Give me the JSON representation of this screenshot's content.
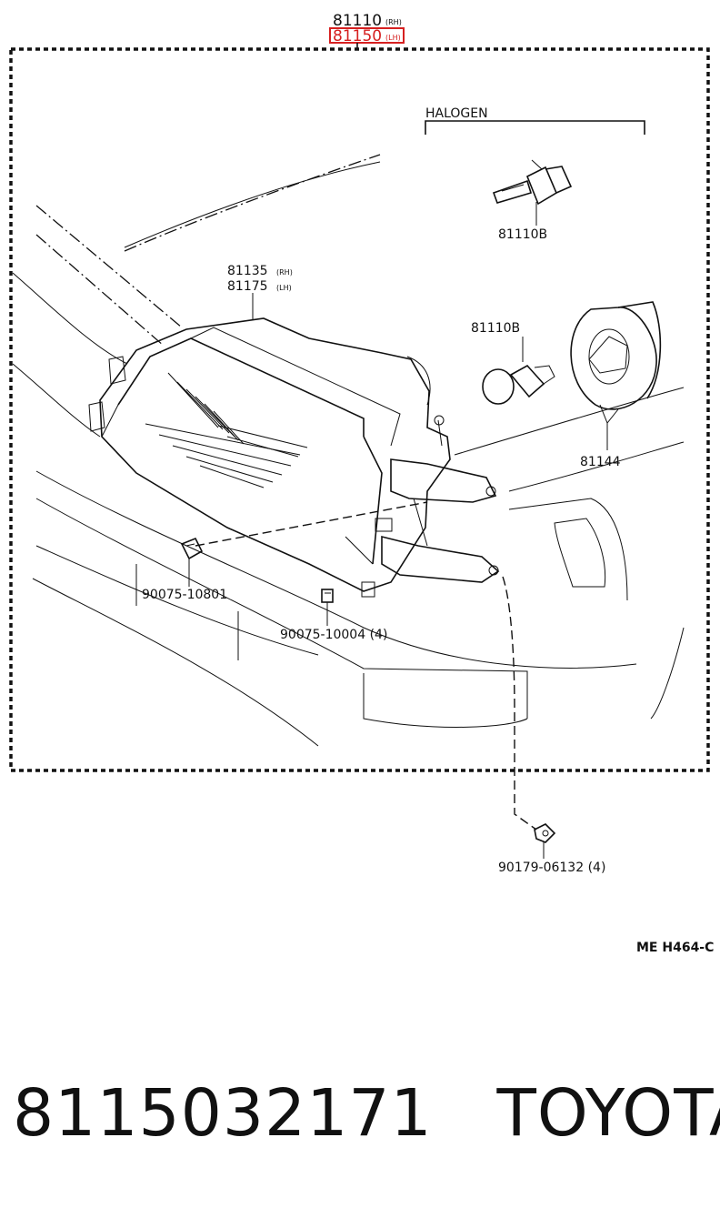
{
  "assembly": {
    "number_rh": "81110",
    "suffix_rh": "(RH)",
    "number_lh": "81150",
    "suffix_lh": "(LH)",
    "highlight_color": "#d62020"
  },
  "halogen_group": {
    "label": "HALOGEN"
  },
  "parts": {
    "bulb_halogen": "81110B",
    "bulb_small": "81110B",
    "housing_rh": "81135",
    "housing_rh_suffix": "(RH)",
    "housing_lh": "81175",
    "housing_lh_suffix": "(LH)",
    "socket_cover": "81144",
    "screw_a": "90075-10801",
    "screw_b": "90075-10004 (4)",
    "nut": "90179-06132 (4)"
  },
  "diagram_code": "ME H464-C",
  "caption": {
    "part_number": "8115032171",
    "brand": "TOYOTA"
  }
}
